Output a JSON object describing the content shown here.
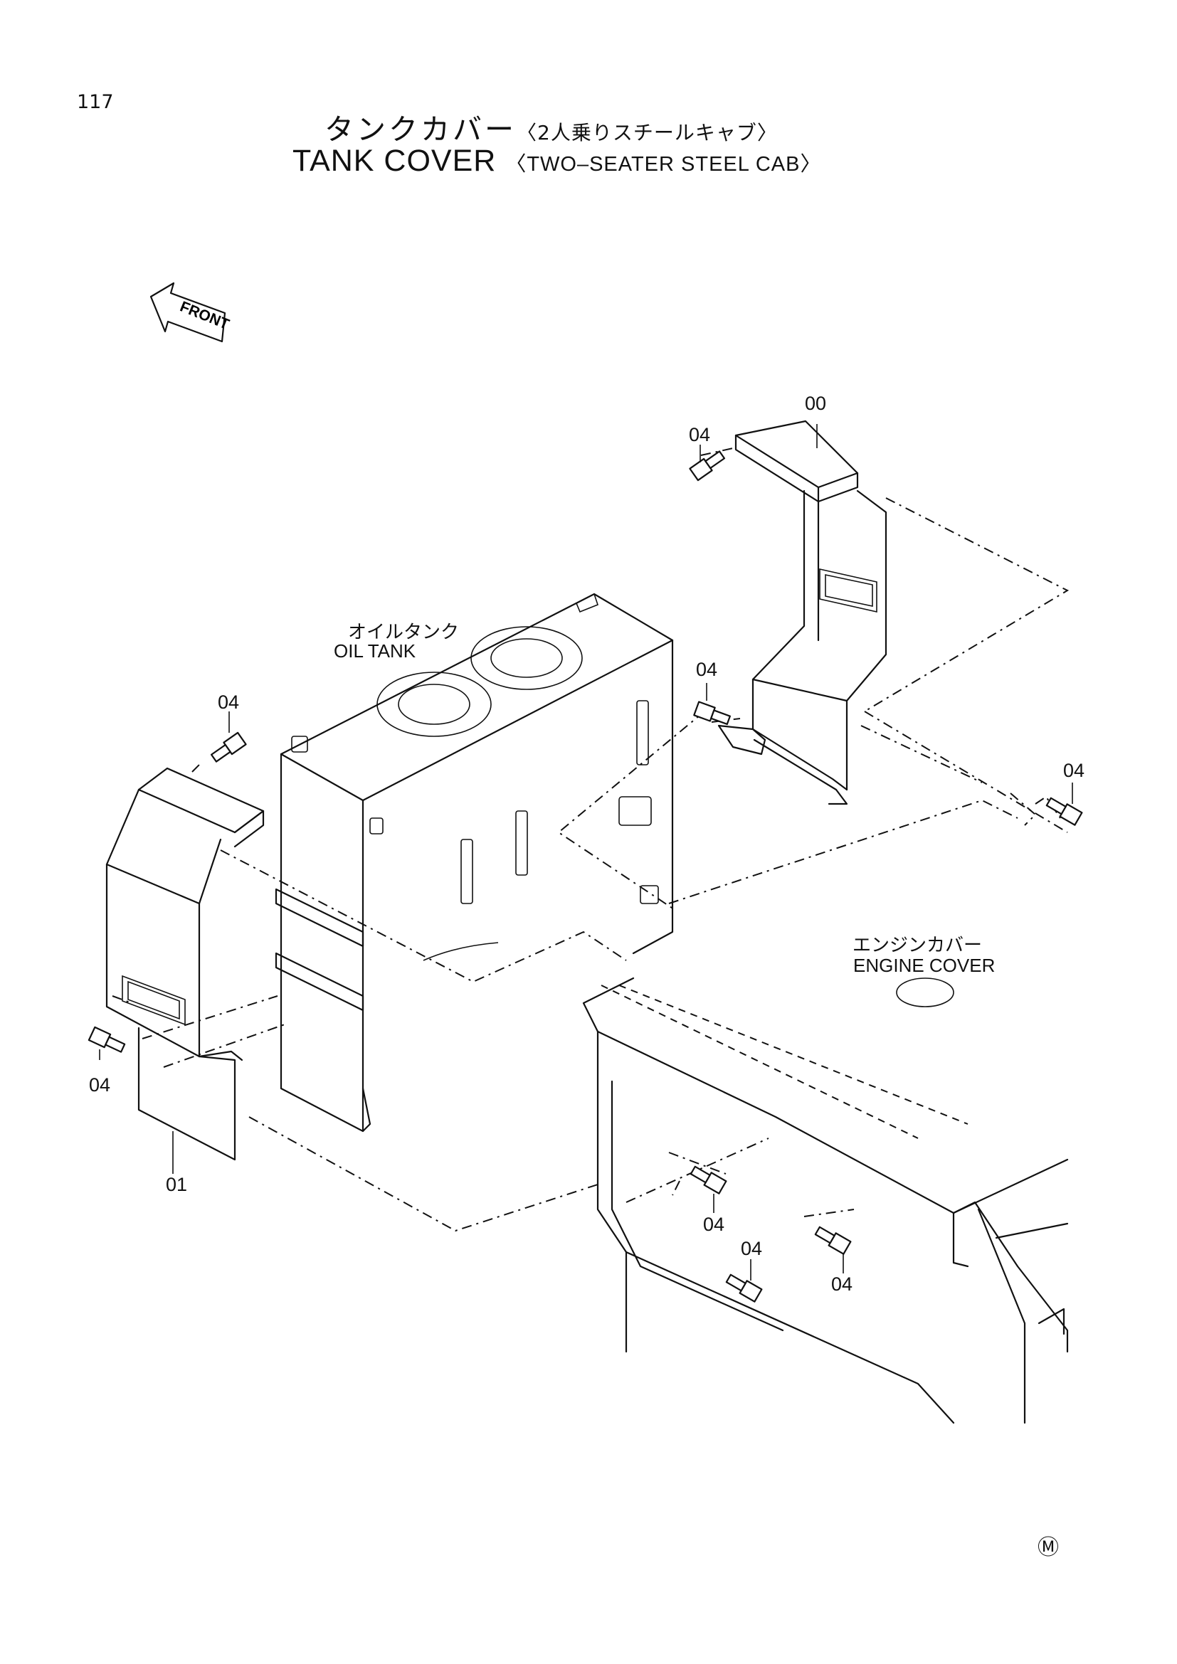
{
  "page_number": "117",
  "title": {
    "jp_main": "タンクカバー",
    "jp_sub": "〈2人乗りスチールキャブ〉",
    "en_main": "TANK COVER",
    "en_sub": "〈TWO–SEATER STEEL CAB〉"
  },
  "front_label": "FRONT",
  "labels": {
    "oil_tank_jp": "オイルタンク",
    "oil_tank_en": "OIL TANK",
    "engine_cover_jp": "エンジンカバー",
    "engine_cover_en": "ENGINE COVER"
  },
  "part_numbers": {
    "p00": "00",
    "p01": "01",
    "p04": "04"
  },
  "footer_mark": "Ⓜ"
}
